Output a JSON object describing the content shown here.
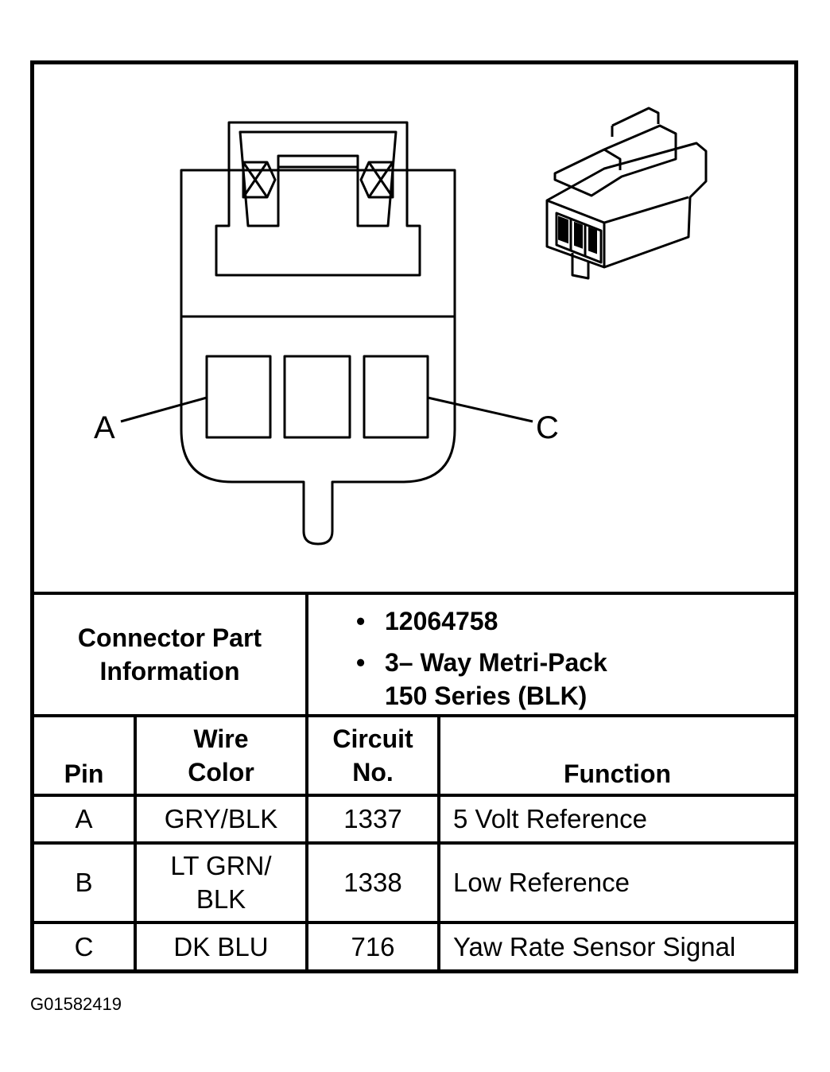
{
  "callouts": {
    "pin_a": "A",
    "pin_c": "C"
  },
  "connector_info": {
    "label": "Connector Part Information",
    "label_line1": "Connector Part",
    "label_line2": "Information",
    "bullets": [
      {
        "symbol": "•",
        "lines": [
          "12064758"
        ]
      },
      {
        "symbol": "•",
        "lines": [
          "3– Way Metri-Pack",
          "150 Series (BLK)"
        ]
      }
    ]
  },
  "table": {
    "headers": {
      "pin": "Pin",
      "wire_color_line1": "Wire",
      "wire_color_line2": "Color",
      "circuit_line1": "Circuit",
      "circuit_line2": "No.",
      "function": "Function"
    },
    "rows": [
      {
        "pin": "A",
        "wire_color_line1": "GRY/BLK",
        "wire_color_line2": "",
        "circuit": "1337",
        "function": "5 Volt Reference"
      },
      {
        "pin": "B",
        "wire_color_line1": "LT GRN/",
        "wire_color_line2": "BLK",
        "circuit": "1338",
        "function": "Low Reference"
      },
      {
        "pin": "C",
        "wire_color_line1": "DK BLU",
        "wire_color_line2": "",
        "circuit": "716",
        "function": "Yaw Rate Sensor Signal"
      }
    ]
  },
  "figure_id": "G01582419"
}
